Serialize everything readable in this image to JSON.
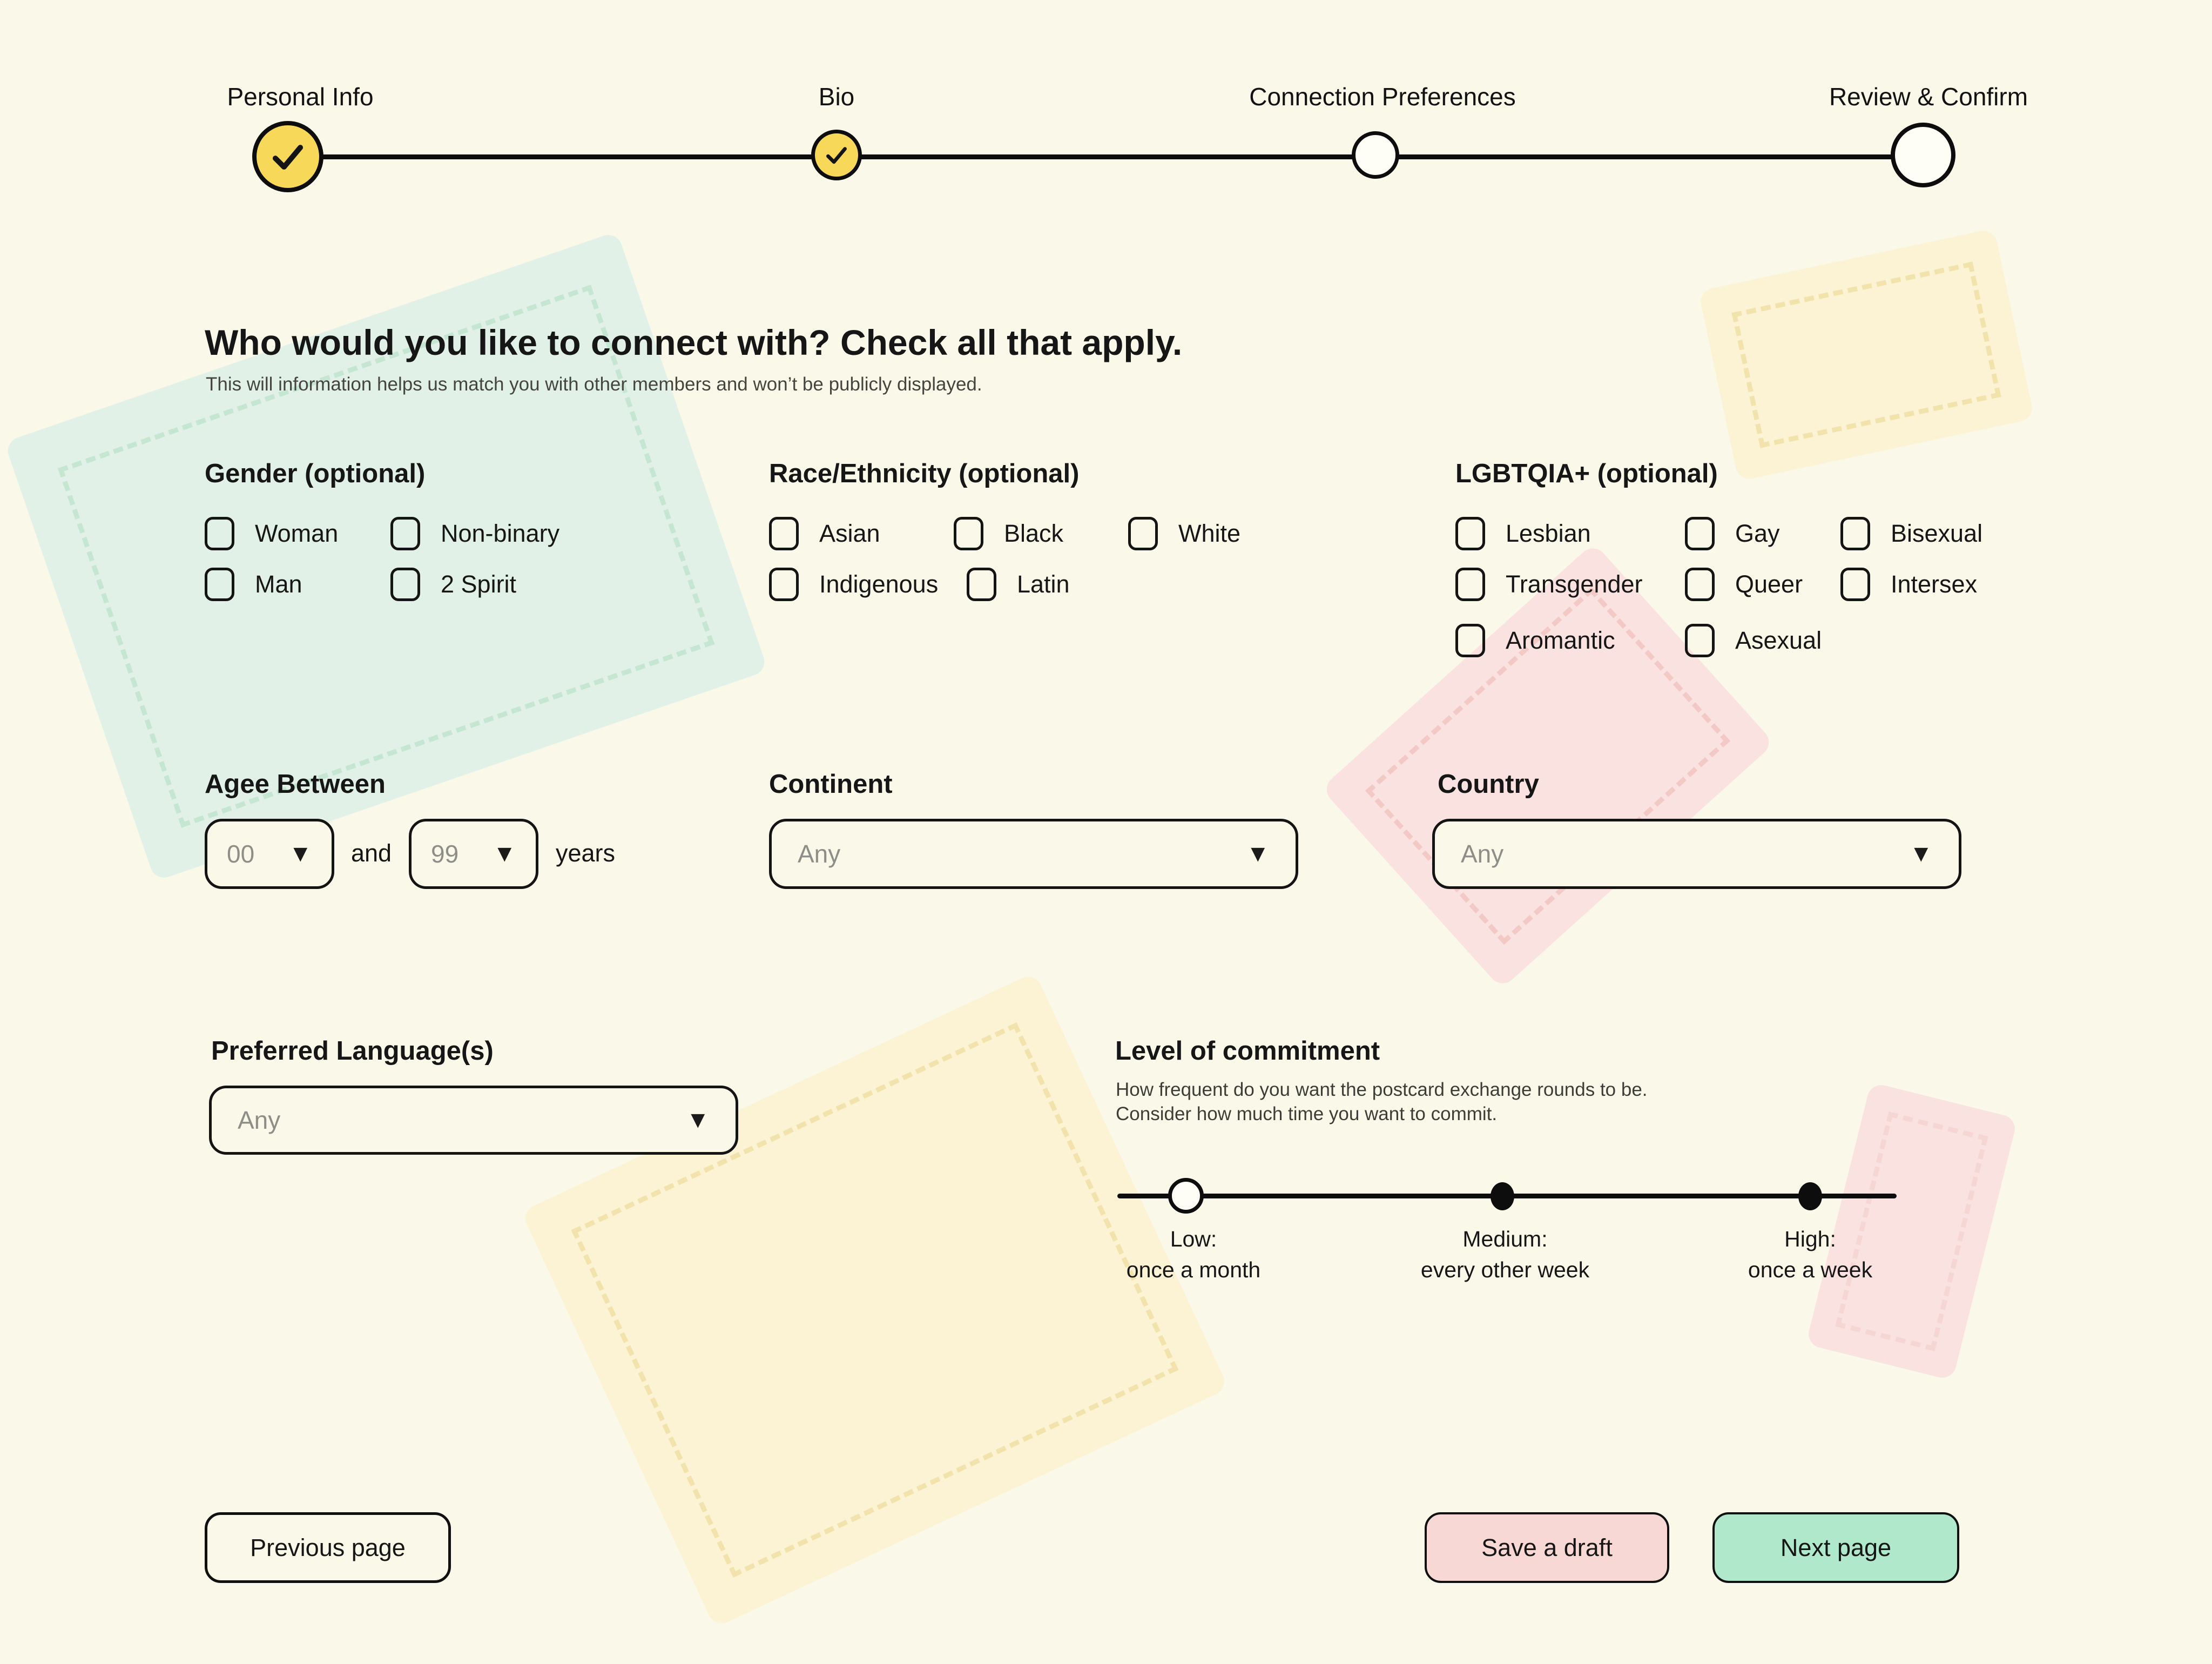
{
  "icons": {
    "check": "check",
    "dropdown": "▼"
  },
  "colors": {
    "background": "#FAF9E9",
    "accent_yellow": "#F7D858",
    "button_pink": "#F8D8D4",
    "button_green": "#AFE8CB",
    "stamp_green": "#E1F1E7",
    "stamp_yellow": "#FBF3D3",
    "stamp_pink": "#F9E2E0"
  },
  "stepper": {
    "steps": [
      {
        "label": "Personal Info",
        "state": "completed"
      },
      {
        "label": "Bio",
        "state": "completed"
      },
      {
        "label": "Connection Preferences",
        "state": "current"
      },
      {
        "label": "Review & Confirm",
        "state": "upcoming"
      }
    ]
  },
  "header": {
    "title": "Who would you like to connect with? Check all that apply.",
    "subtitle": "This will information helps us match you with other members and won’t be publicly displayed."
  },
  "groups": {
    "gender": {
      "label": "Gender (optional)",
      "options": [
        {
          "label": "Woman",
          "checked": false
        },
        {
          "label": "Non-binary",
          "checked": false
        },
        {
          "label": "Man",
          "checked": false
        },
        {
          "label": "2 Spirit",
          "checked": false
        }
      ]
    },
    "race": {
      "label": "Race/Ethnicity (optional)",
      "options": [
        {
          "label": "Asian",
          "checked": false
        },
        {
          "label": "Black",
          "checked": false
        },
        {
          "label": "White",
          "checked": false
        },
        {
          "label": "Indigenous",
          "checked": false
        },
        {
          "label": "Latin",
          "checked": false
        }
      ]
    },
    "lgbtqia": {
      "label": "LGBTQIA+ (optional)",
      "options": [
        {
          "label": "Lesbian",
          "checked": false
        },
        {
          "label": "Gay",
          "checked": false
        },
        {
          "label": "Bisexual",
          "checked": false
        },
        {
          "label": "Transgender",
          "checked": false
        },
        {
          "label": "Queer",
          "checked": false
        },
        {
          "label": "Intersex",
          "checked": false
        },
        {
          "label": "Aromantic",
          "checked": false
        },
        {
          "label": "Asexual",
          "checked": false
        }
      ]
    }
  },
  "age": {
    "label": "Agee Between",
    "from_value": "00",
    "conjunction": "and",
    "to_value": "99",
    "suffix": "years"
  },
  "continent": {
    "label": "Continent",
    "value": "Any"
  },
  "country": {
    "label": "Country",
    "value": "Any"
  },
  "language": {
    "label": "Preferred Language(s)",
    "value": "Any"
  },
  "commitment": {
    "label": "Level of commitment",
    "description_line1": "How frequent do you want the postcard exchange rounds to be.",
    "description_line2": "Consider how much time you want to commit.",
    "selected_level": "Low",
    "levels": [
      {
        "title": "Low:",
        "detail": "once a month"
      },
      {
        "title": "Medium:",
        "detail": "every other week"
      },
      {
        "title": "High:",
        "detail": "once a week"
      }
    ]
  },
  "buttons": {
    "previous": "Previous page",
    "save_draft": "Save a draft",
    "next": "Next page"
  }
}
